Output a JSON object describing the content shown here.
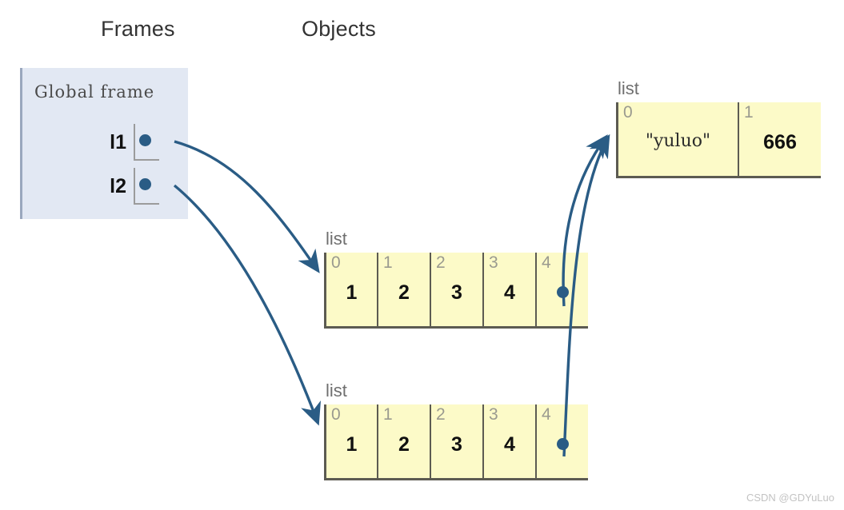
{
  "headings": {
    "frames": "Frames",
    "objects": "Objects"
  },
  "frame": {
    "title": "Global frame",
    "variables": [
      {
        "name": "l1",
        "pointer_icon": "pointer-dot"
      },
      {
        "name": "l2",
        "pointer_icon": "pointer-dot"
      }
    ]
  },
  "objects": [
    {
      "id": "list-a",
      "type_label": "list",
      "indices": [
        "0",
        "1",
        "2",
        "3",
        "4"
      ],
      "values": [
        "1",
        "2",
        "3",
        "4",
        null
      ],
      "pointer_at_index": 4,
      "pointer_icon": "pointer-dot"
    },
    {
      "id": "list-b",
      "type_label": "list",
      "indices": [
        "0",
        "1",
        "2",
        "3",
        "4"
      ],
      "values": [
        "1",
        "2",
        "3",
        "4",
        null
      ],
      "pointer_at_index": 4,
      "pointer_icon": "pointer-dot"
    },
    {
      "id": "list-shared",
      "type_label": "list",
      "indices": [
        "0",
        "1"
      ],
      "values": [
        "\"yuluo\"",
        "666"
      ],
      "pointer_at_index": null,
      "pointer_icon": null
    }
  ],
  "arrows": [
    {
      "id": "l1-to-list-a",
      "from": "frame-var-l1",
      "to": "list-a"
    },
    {
      "id": "l2-to-list-b",
      "from": "frame-var-l2",
      "to": "list-b"
    },
    {
      "id": "list-a-to-shared",
      "from": "list-a-index-4",
      "to": "list-shared"
    },
    {
      "id": "list-b-to-shared",
      "from": "list-b-index-4",
      "to": "list-shared"
    }
  ],
  "colors": {
    "frame_fill": "#e2e8f3",
    "frame_border": "#9aa7bd",
    "object_fill": "#fcfac8",
    "object_border": "#5c5b52",
    "arrow": "#2a5c85",
    "index_text": "#9a9a8f",
    "type_label_text": "#6f6f6f",
    "heading_text": "#333333"
  },
  "watermark": "CSDN @GDYuLuo"
}
